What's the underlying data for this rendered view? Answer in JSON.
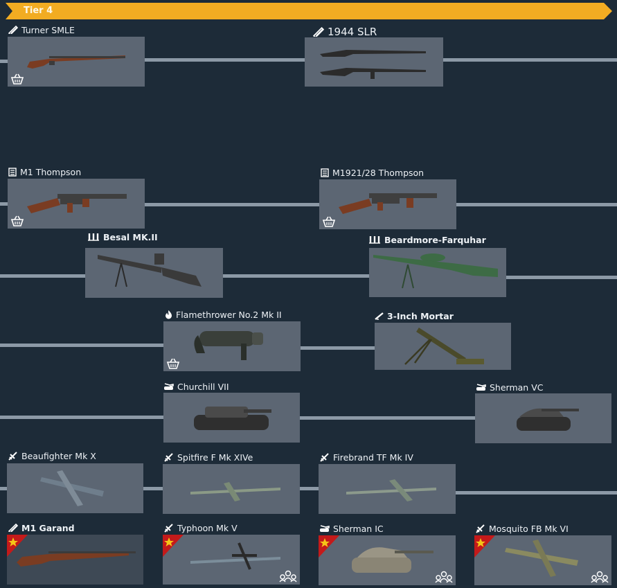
{
  "tier_label": "Tier 4",
  "colors": {
    "background": "#1d2b38",
    "tier_banner": "#f2ac22",
    "card": "#5c6673",
    "connector": "#8c99a6",
    "premium_badge": "#c41a1a",
    "premium_star": "#f5c518"
  },
  "items": [
    {
      "id": "turner-smle",
      "name": "Turner SMLE",
      "icon": "rifle-icon",
      "badges": [
        "basket-icon"
      ]
    },
    {
      "id": "1944-slr",
      "name": "1944 SLR",
      "icon": "rifle-icon",
      "badges": []
    },
    {
      "id": "m1-thompson",
      "name": "M1 Thompson",
      "icon": "submachine-gun-icon",
      "badges": [
        "basket-icon"
      ]
    },
    {
      "id": "m1921-28-thompson",
      "name": "M1921/28 Thompson",
      "icon": "submachine-gun-icon",
      "badges": [
        "basket-icon"
      ]
    },
    {
      "id": "besal-mk2",
      "name": "Besal MK.II",
      "icon": "machine-gun-icon",
      "badges": []
    },
    {
      "id": "beardmore-farquhar",
      "name": "Beardmore-Farquhar",
      "icon": "machine-gun-icon",
      "badges": []
    },
    {
      "id": "flamethrower-no2-mk2",
      "name": "Flamethrower No.2 Mk II",
      "icon": "flame-icon",
      "badges": [
        "basket-icon"
      ]
    },
    {
      "id": "3-inch-mortar",
      "name": "3-Inch Mortar",
      "icon": "mortar-icon",
      "badges": []
    },
    {
      "id": "churchill-vii",
      "name": "Churchill VII",
      "icon": "tank-icon",
      "badges": []
    },
    {
      "id": "sherman-vc",
      "name": "Sherman VC",
      "icon": "tank-icon",
      "badges": []
    },
    {
      "id": "beaufighter-mk-x",
      "name": "Beaufighter Mk X",
      "icon": "aircraft-icon",
      "badges": []
    },
    {
      "id": "spitfire-f-mk-xive",
      "name": "Spitfire F Mk XIVe",
      "icon": "aircraft-icon",
      "badges": []
    },
    {
      "id": "firebrand-tf-mk-iv",
      "name": "Firebrand TF Mk IV",
      "icon": "aircraft-icon",
      "badges": []
    },
    {
      "id": "m1-garand",
      "name": "M1 Garand",
      "icon": "rifle-icon",
      "badges": [
        "premium-star-icon"
      ]
    },
    {
      "id": "typhoon-mk-v",
      "name": "Typhoon Mk V",
      "icon": "aircraft-icon",
      "badges": [
        "premium-star-icon",
        "squad-icon"
      ]
    },
    {
      "id": "sherman-ic",
      "name": "Sherman IC",
      "icon": "tank-icon",
      "badges": [
        "premium-star-icon",
        "squad-icon"
      ]
    },
    {
      "id": "mosquito-fb-mk-vi",
      "name": "Mosquito FB Mk VI",
      "icon": "aircraft-icon",
      "badges": [
        "premium-star-icon",
        "squad-icon"
      ]
    }
  ]
}
